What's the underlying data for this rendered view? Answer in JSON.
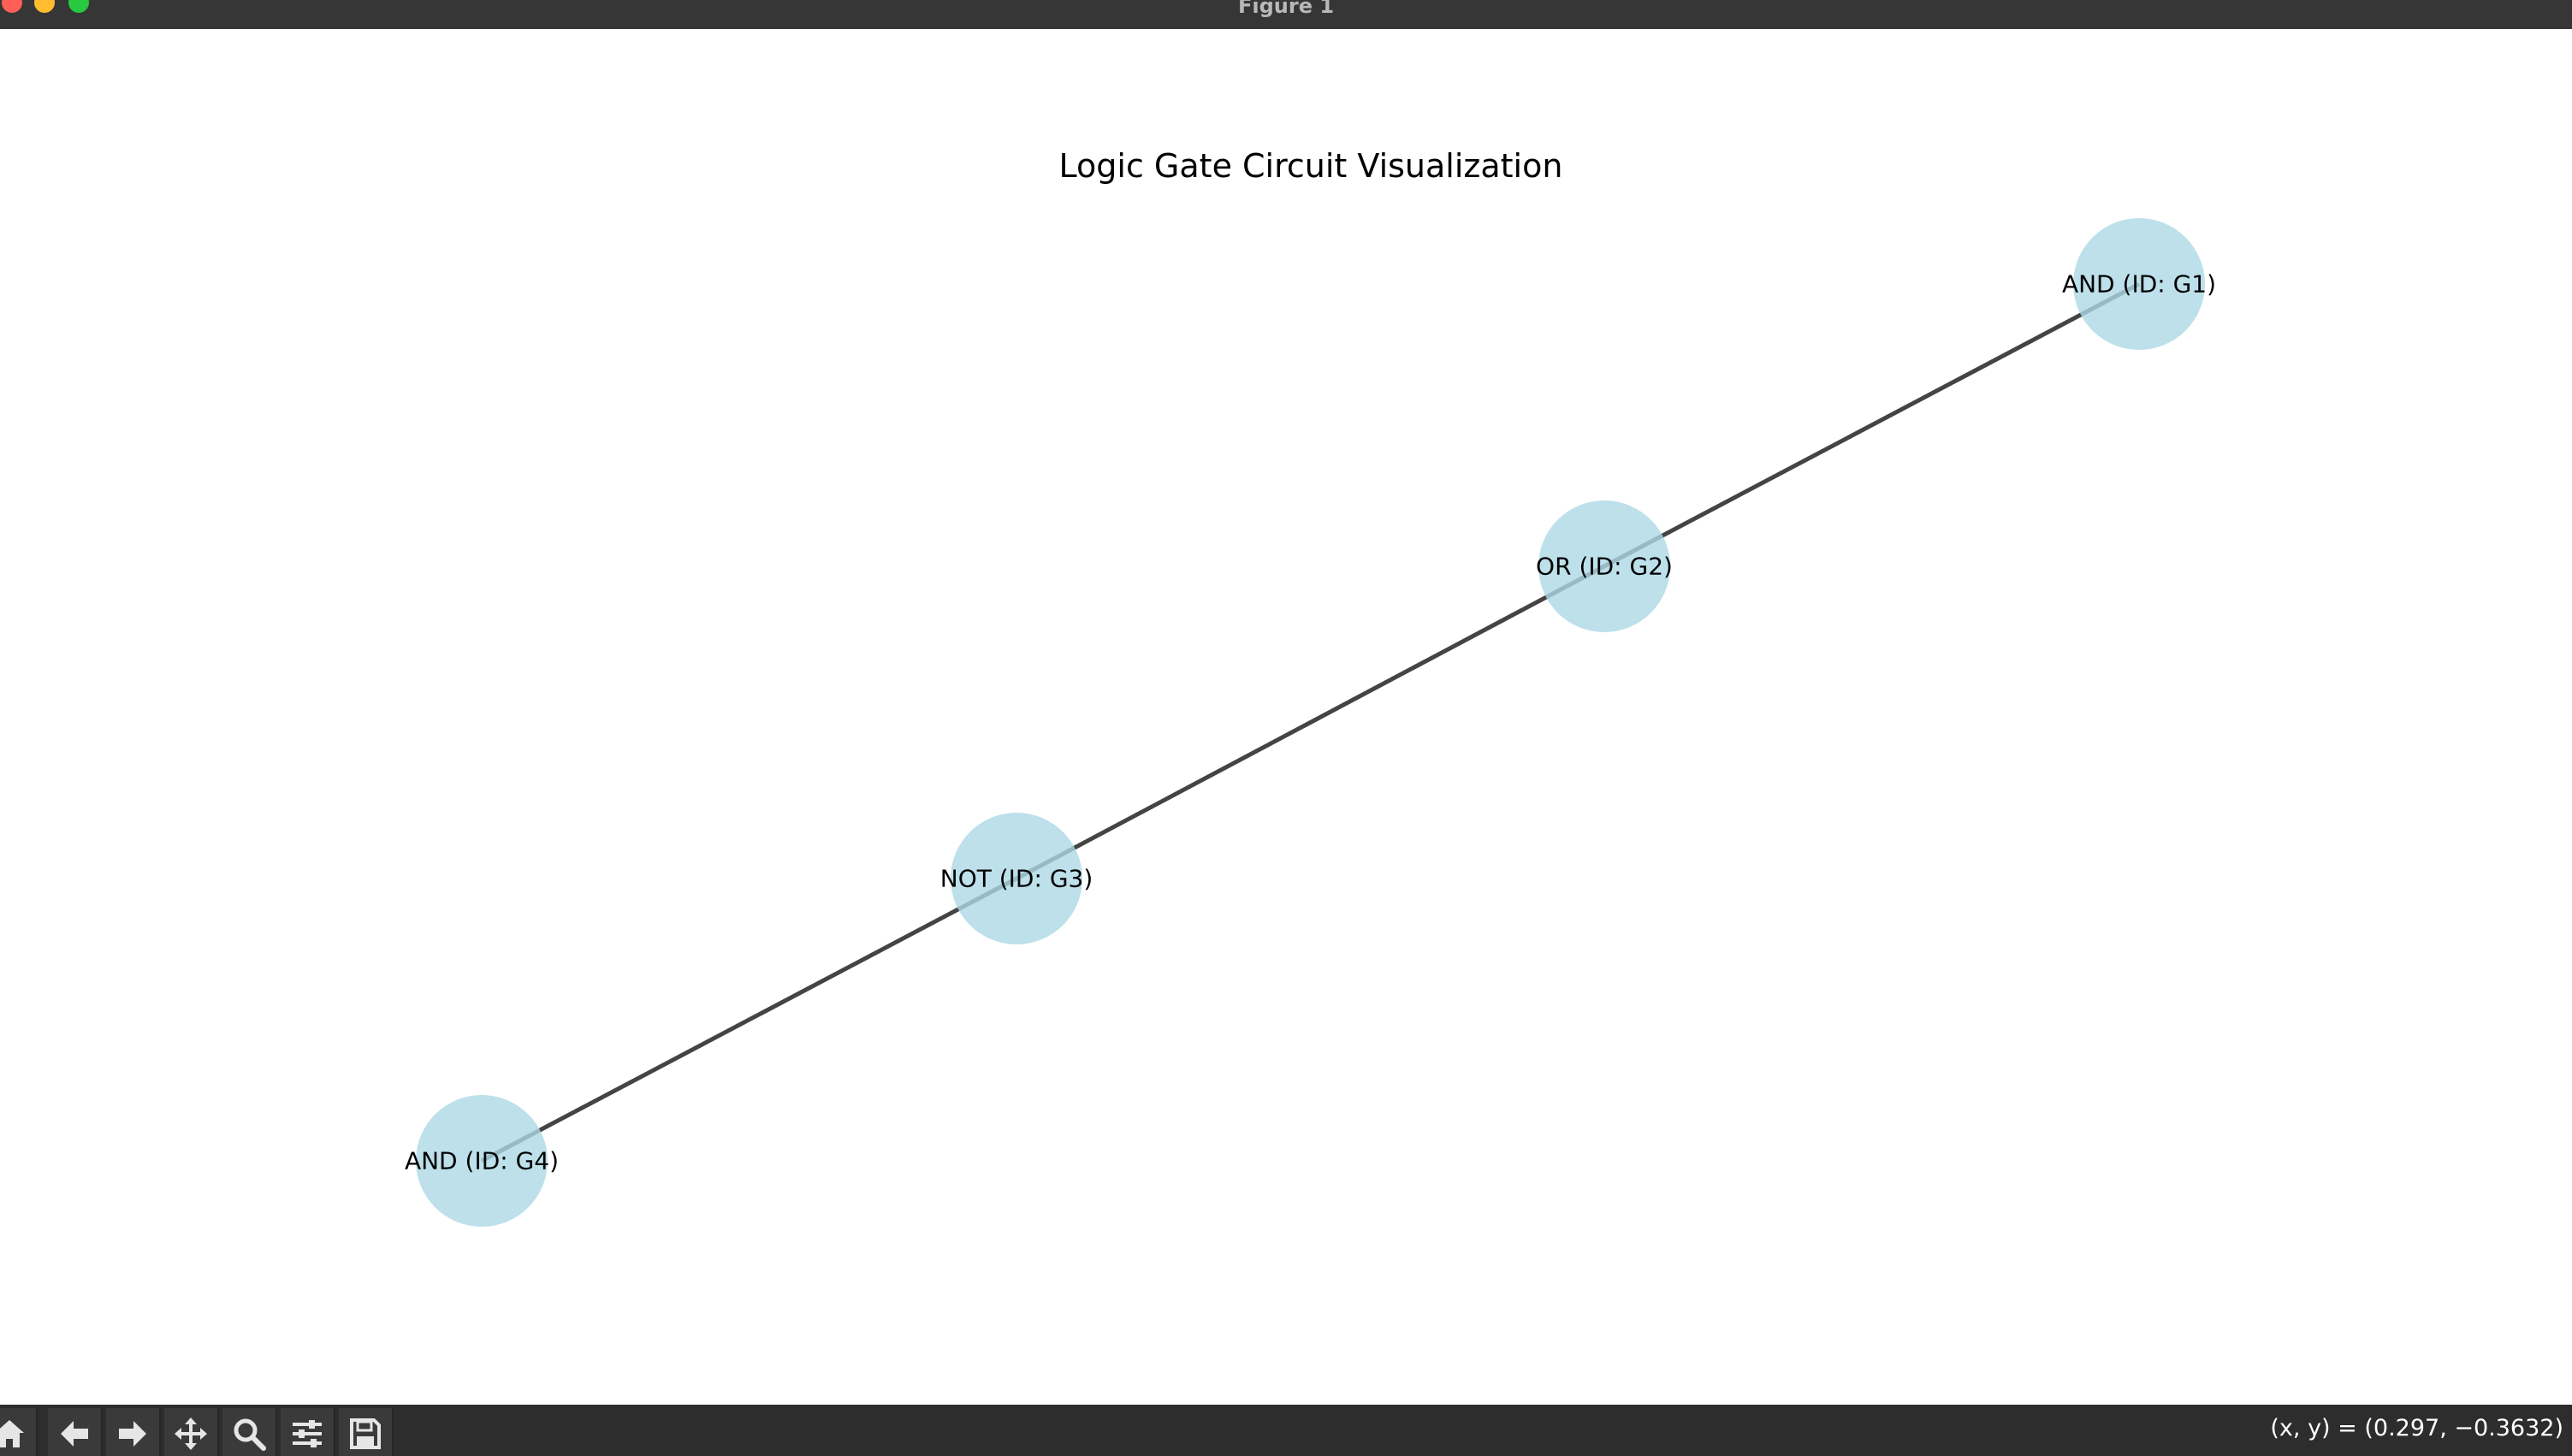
{
  "window": {
    "title": "Figure 1"
  },
  "figure": {
    "title": "Logic Gate Circuit Visualization"
  },
  "nodes": [
    {
      "id": "G1",
      "label": "AND (ID: G1)"
    },
    {
      "id": "G2",
      "label": "OR (ID: G2)"
    },
    {
      "id": "G3",
      "label": "NOT (ID: G3)"
    },
    {
      "id": "G4",
      "label": "AND (ID: G4)"
    }
  ],
  "edges": [
    {
      "from": "G1",
      "to": "G2"
    },
    {
      "from": "G2",
      "to": "G3"
    },
    {
      "from": "G3",
      "to": "G4"
    }
  ],
  "colors": {
    "node_fill": "#add8e6",
    "edge": "#444444",
    "titlebar": "#363636",
    "toolbar": "#2d2d2d"
  },
  "toolbar": {
    "tools": [
      {
        "name": "home-icon"
      },
      {
        "name": "back-arrow-icon"
      },
      {
        "name": "forward-arrow-icon"
      },
      {
        "name": "pan-icon"
      },
      {
        "name": "zoom-icon"
      },
      {
        "name": "configure-subplots-icon"
      },
      {
        "name": "save-icon"
      }
    ],
    "coords": "(x, y) = (0.297, −0.3632)"
  }
}
